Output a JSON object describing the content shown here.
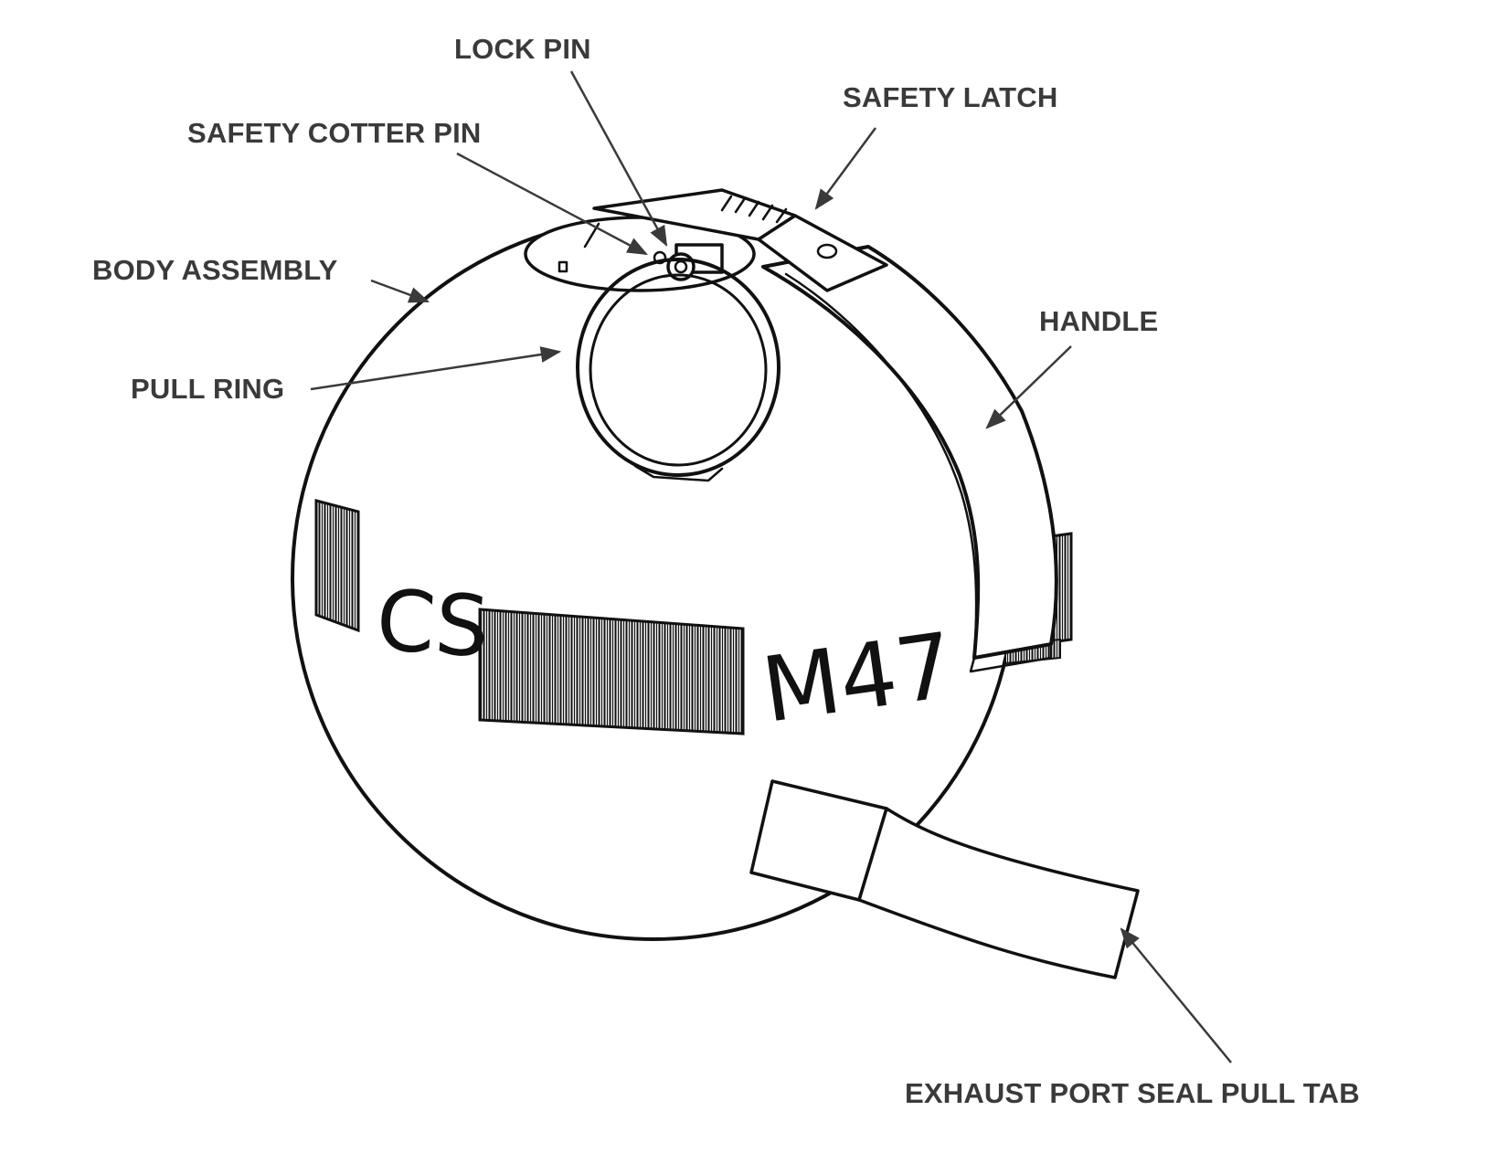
{
  "labels": {
    "lock_pin": "LOCK PIN",
    "safety_latch": "SAFETY LATCH",
    "safety_cotter_pin": "SAFETY COTTER PIN",
    "body_assembly": "BODY ASSEMBLY",
    "handle": "HANDLE",
    "pull_ring": "PULL RING",
    "exhaust_port_seal_pull_tab": "EXHAUST PORT SEAL PULL TAB"
  },
  "markings": {
    "agent": "CS",
    "model": "M47"
  }
}
